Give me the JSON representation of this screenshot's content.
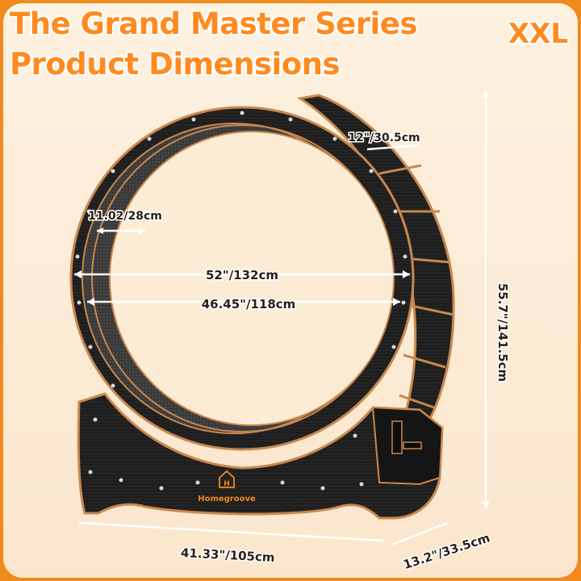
{
  "header": {
    "title_line1": "The Grand Master Series",
    "title_line2": "Product Dimensions",
    "size_badge": "XXL"
  },
  "dimensions": {
    "depth_top": "12\"/30.5cm",
    "track_width": "11.02/28cm",
    "outer_diameter": "52\"/132cm",
    "inner_diameter": "46.45\"/118cm",
    "height": "55.7\"/141.5cm",
    "base_width": "41.33\"/105cm",
    "base_depth": "13.2\"/33.5cm"
  },
  "brand": {
    "logo_letter": "H",
    "name": "Homegroove"
  },
  "colors": {
    "accent": "#f08a1c",
    "background": "#fdf1e0",
    "wood": "#1c1c1c",
    "edge": "#c9884e"
  }
}
